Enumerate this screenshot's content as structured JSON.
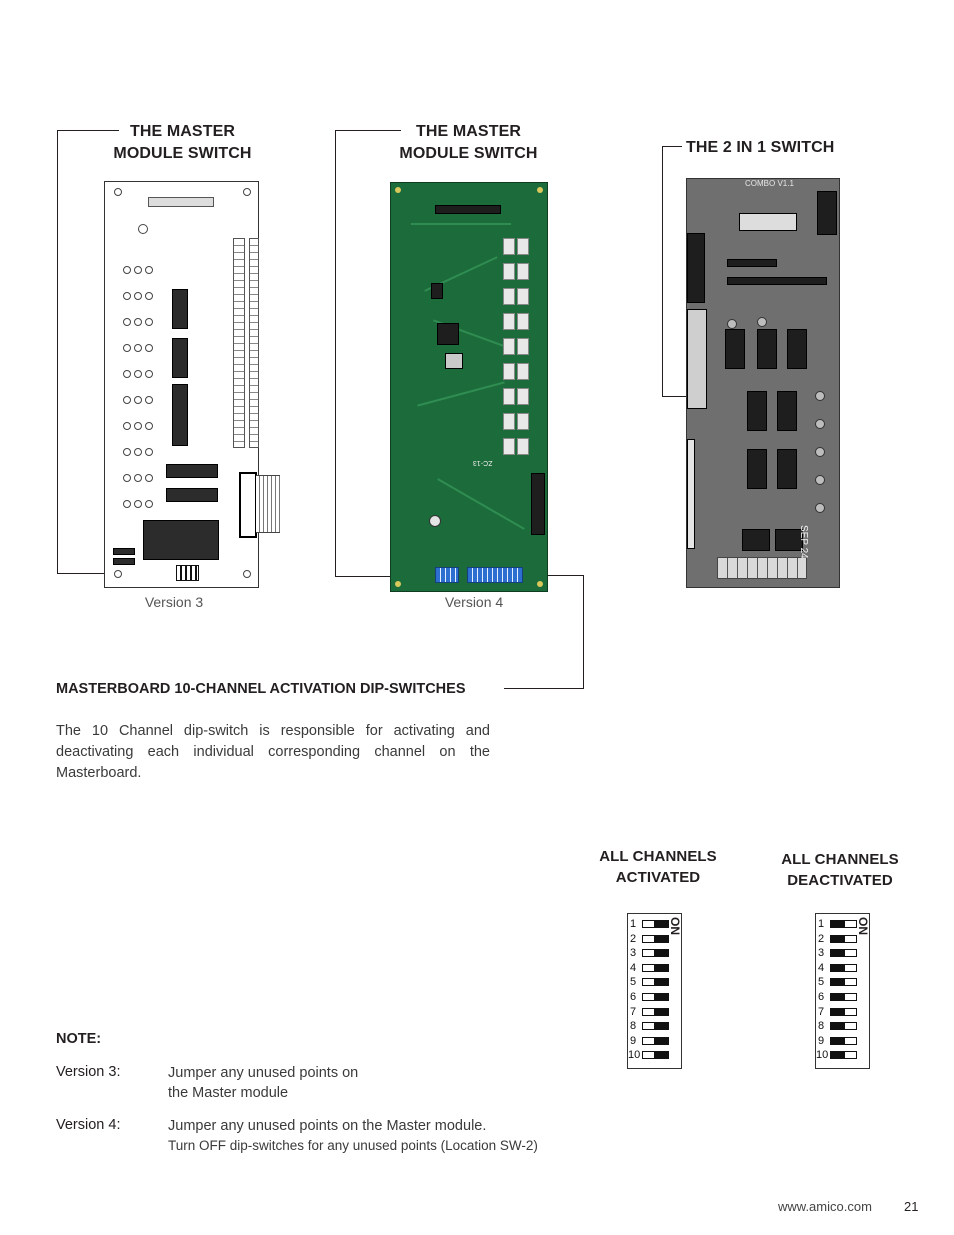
{
  "sections": {
    "master_v3_heading": [
      "THE MASTER",
      "MODULE SWITCH"
    ],
    "master_v4_heading": [
      "THE MASTER",
      "MODULE SWITCH"
    ],
    "two_in_one_heading": "THE 2 IN 1 SWITCH",
    "v3_caption": "Version 3",
    "v4_caption": "Version 4"
  },
  "dip_section": {
    "title": "MASTERBOARD 10-CHANNEL ACTIVATION DIP-SWITCHES",
    "description": "The 10 Channel dip-switch is responsible for activating and deactivating each individual corresponding channel on the Masterboard."
  },
  "dip_diagrams": {
    "on_label": "ON",
    "activated": {
      "heading": [
        "ALL CHANNELS",
        "ACTIVATED"
      ],
      "rows": [
        {
          "n": "1",
          "on": true
        },
        {
          "n": "2",
          "on": true
        },
        {
          "n": "3",
          "on": true
        },
        {
          "n": "4",
          "on": true
        },
        {
          "n": "5",
          "on": true
        },
        {
          "n": "6",
          "on": true
        },
        {
          "n": "7",
          "on": true
        },
        {
          "n": "8",
          "on": true
        },
        {
          "n": "9",
          "on": true
        },
        {
          "n": "10",
          "on": true
        }
      ]
    },
    "deactivated": {
      "heading": [
        "ALL CHANNELS",
        "DEACTIVATED"
      ],
      "rows": [
        {
          "n": "1",
          "on": false
        },
        {
          "n": "2",
          "on": false
        },
        {
          "n": "3",
          "on": false
        },
        {
          "n": "4",
          "on": false
        },
        {
          "n": "5",
          "on": false
        },
        {
          "n": "6",
          "on": false
        },
        {
          "n": "7",
          "on": false
        },
        {
          "n": "8",
          "on": false
        },
        {
          "n": "9",
          "on": false
        },
        {
          "n": "10",
          "on": false
        }
      ]
    }
  },
  "note": {
    "label": "NOTE:",
    "v3_label": "Version 3:",
    "v3_text": [
      "Jumper any unused points on",
      "the Master module"
    ],
    "v4_label": "Version 4:",
    "v4_text": [
      "Jumper any unused points on the Master module.",
      "Turn OFF dip-switches for any unused points  (Location SW-2)"
    ]
  },
  "footer": {
    "url": "www.amico.com",
    "page": "21"
  },
  "board_silkscreen": {
    "two_in_one_label": "COMBO V1.1",
    "two_in_one_date": "SEP 24",
    "v4_label": "ZC-13"
  }
}
